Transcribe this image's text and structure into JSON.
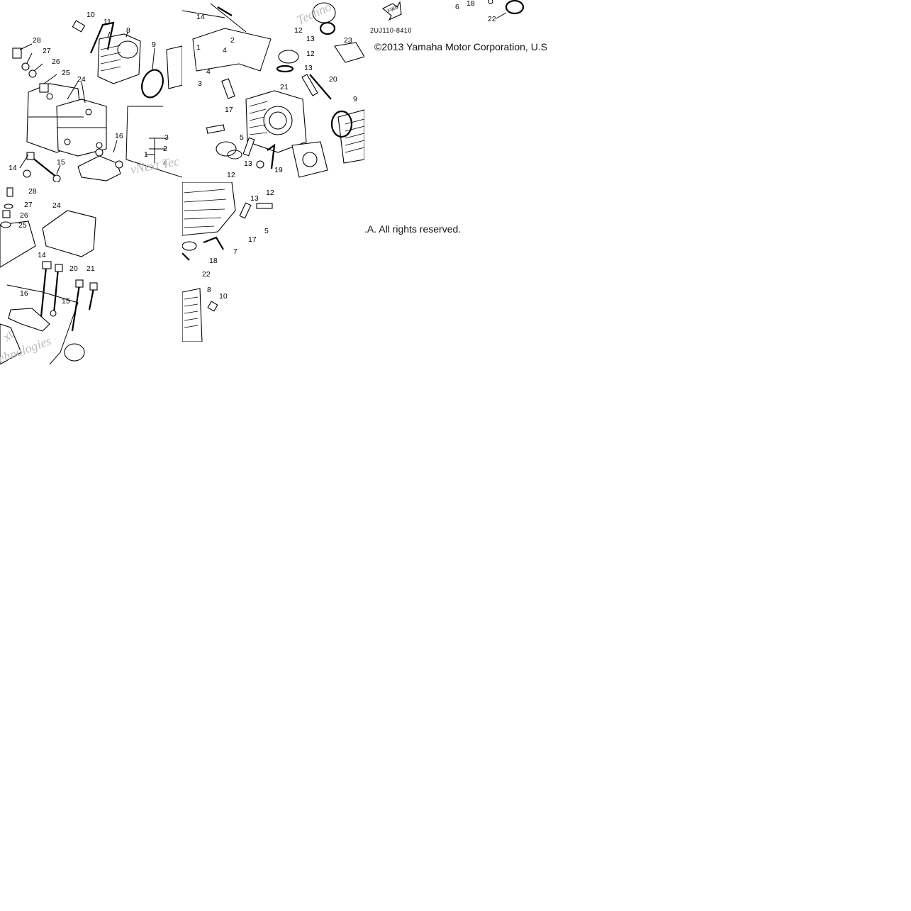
{
  "diagram": {
    "copyright_top": "©2013 Yamaha Motor Corporation, U.S",
    "copyright_bottom": ".A. All rights reserved.",
    "diagram_code": "2UJ110-8410",
    "fwd_label": "FWD",
    "watermark_a": "vNext Tec",
    "watermark_b": "Techno",
    "watermark_c": "ehnologies",
    "watermark_d": "xt",
    "labels_tile1": [
      "10",
      "11",
      "8",
      "9",
      "28",
      "27",
      "26",
      "25",
      "24",
      "16",
      "3",
      "2",
      "1",
      "4",
      "14",
      "15"
    ],
    "labels_tile2": [
      "14",
      "12",
      "13",
      "2",
      "1",
      "4",
      "12",
      "13",
      "4",
      "3",
      "21",
      "20",
      "17",
      "9",
      "5",
      "13",
      "19",
      "12",
      "23"
    ],
    "labels_tile3": [
      "6",
      "18",
      "22"
    ],
    "labels_tile4": [
      "28",
      "24",
      "27",
      "26",
      "25",
      "14",
      "20",
      "21",
      "16",
      "15"
    ],
    "labels_tile5": [
      "13",
      "12",
      "17",
      "5",
      "7",
      "18",
      "22",
      "8",
      "10"
    ],
    "colors": {
      "ink": "#000000",
      "watermark": "#bbbbbb",
      "paper": "#ffffff"
    }
  }
}
